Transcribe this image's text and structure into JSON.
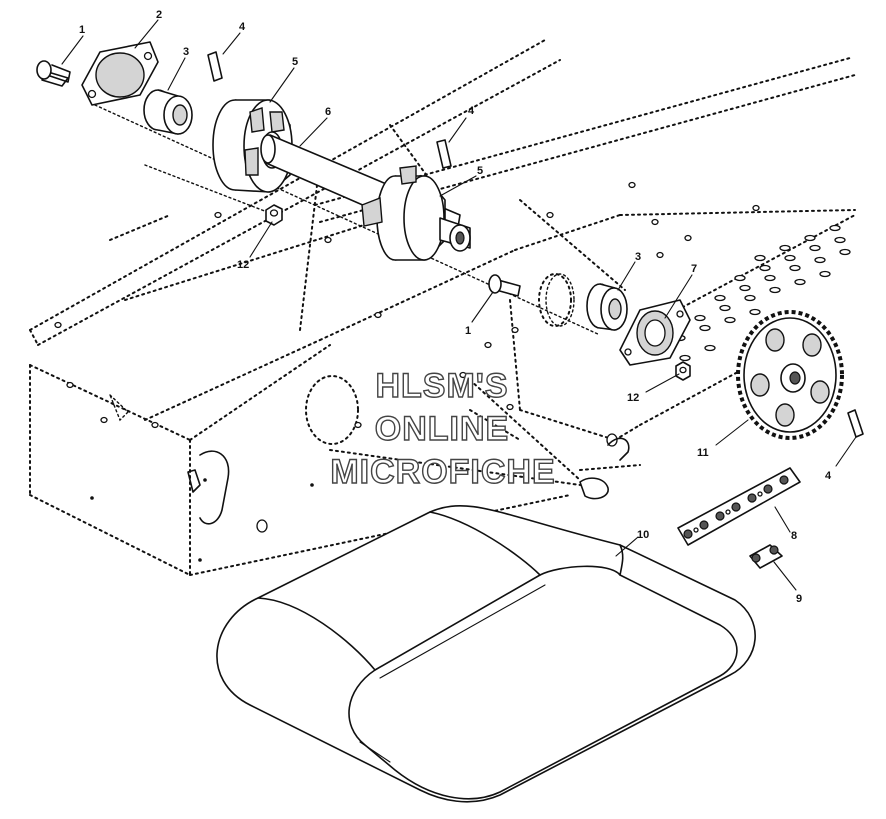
{
  "watermark": {
    "line1": "HLSM'S",
    "line2": "ONLINE",
    "line3": "MICROFICHE"
  },
  "callouts": {
    "c1_top": "1",
    "c2": "2",
    "c3_top": "3",
    "c4_top": "4",
    "c5_top": "5",
    "c6": "6",
    "c4_mid": "4",
    "c5_mid": "5",
    "c12_left": "12",
    "c3_right": "3",
    "c7": "7",
    "c1_mid": "1",
    "c12_right": "12",
    "c11": "11",
    "c4_right": "4",
    "c10": "10",
    "c8": "8",
    "c9": "9"
  }
}
